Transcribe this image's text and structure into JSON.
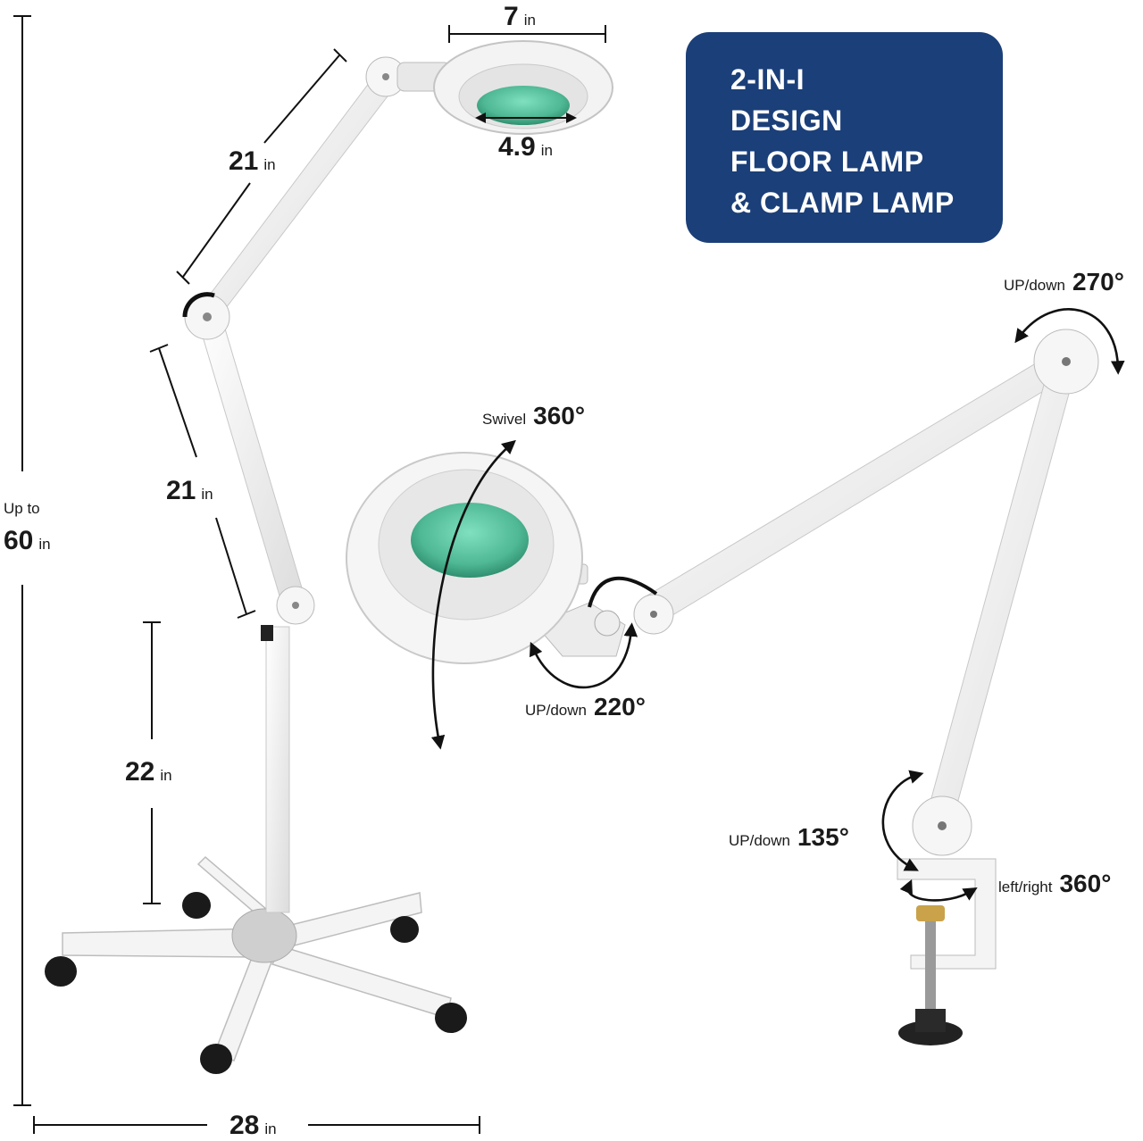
{
  "badge": {
    "lines": [
      "2-IN-I",
      "DESIGN",
      "FLOOR LAMP",
      "& CLAMP LAMP"
    ],
    "color": "#1b3f78"
  },
  "floor_lamp": {
    "height": {
      "prefix": "Up to",
      "value": "60",
      "unit": "in"
    },
    "upper_arm": {
      "value": "21",
      "unit": "in"
    },
    "lower_arm": {
      "value": "21",
      "unit": "in"
    },
    "pole": {
      "value": "22",
      "unit": "in"
    },
    "base_width": {
      "value": "28",
      "unit": "in"
    },
    "head_outer": {
      "value": "7",
      "unit": "in"
    },
    "lens": {
      "value": "4.9",
      "unit": "in"
    }
  },
  "clamp_lamp": {
    "swivel": {
      "label": "Swivel",
      "angle": "360°"
    },
    "head_tilt": {
      "label": "UP/down",
      "angle": "220°"
    },
    "elbow": {
      "label": "UP/down",
      "angle": "270°"
    },
    "base_joint": {
      "label": "UP/down",
      "angle": "135°"
    },
    "rotation": {
      "label": "left/right",
      "angle": "360°"
    }
  },
  "colors": {
    "lens": "#5fc8a4",
    "lamp_body": "#f1f1f1",
    "accent": "#1b3f78"
  }
}
